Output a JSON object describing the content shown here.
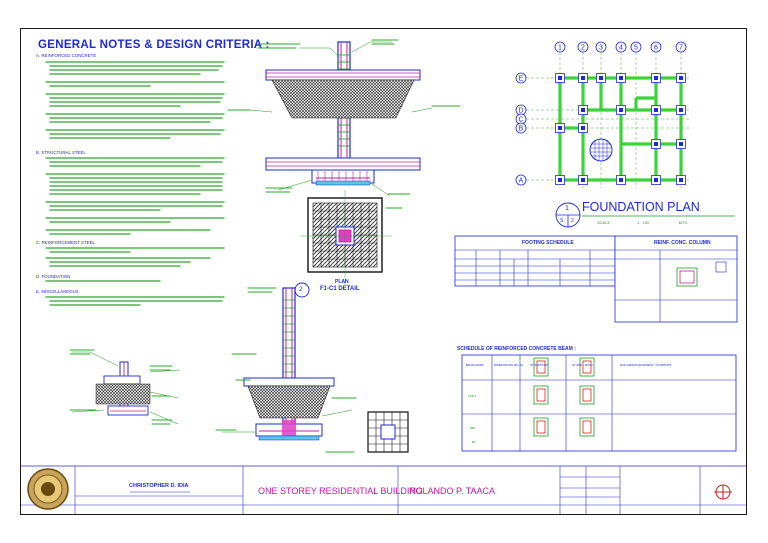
{
  "notes": {
    "title": "GENERAL NOTES & DESIGN CRITERIA :",
    "sections": [
      {
        "id": "A",
        "heading": "A. REINFORCED CONCRETE"
      },
      {
        "id": "B",
        "heading": "B. STRUCTURAL STEEL"
      },
      {
        "id": "C",
        "heading": "C. REINFORCEMENT STEEL"
      },
      {
        "id": "D",
        "heading": "D. FOUNDATION"
      },
      {
        "id": "E",
        "heading": "E. MISCELLANEOUS"
      }
    ]
  },
  "foundation_plan": {
    "title": "FOUNDATION PLAN",
    "scale_label": "SCALE",
    "scale_value": "1 : 100",
    "units": "MTS",
    "ref_top": "1",
    "ref_bottom_left": "S",
    "ref_bottom_right": "2",
    "grid_cols": [
      "1",
      "2",
      "3",
      "4",
      "5",
      "6",
      "7"
    ],
    "grid_rows": [
      "E",
      "D",
      "C",
      "B",
      "A"
    ]
  },
  "detail": {
    "plan_label": "PLAN",
    "title": "F1-C1 DETAIL",
    "number": "2"
  },
  "schedules": {
    "footing_title": "FOOTING SCHEDULE",
    "column_title": "REINF. CONC. COLUMN",
    "beam_title": "SCHEDULE OF REINFORCED CONCRETE BEAM :",
    "beam_headers": [
      "BEAM MARK",
      "DIMENSIONS (B x D)",
      "AT SUPPORT",
      "AT MID - SPAN",
      "ROD REINFORCEMENT / STIRRUPS"
    ],
    "beam_marks": [
      "FTB-1",
      "RB1",
      "B1"
    ]
  },
  "title_block": {
    "engineer_name": "CHRISTOPHER D. IDIA",
    "project_title": "ONE STOREY RESIDENTIAL BUILDING",
    "owner_name": "ROLANDO P. TAACA"
  }
}
